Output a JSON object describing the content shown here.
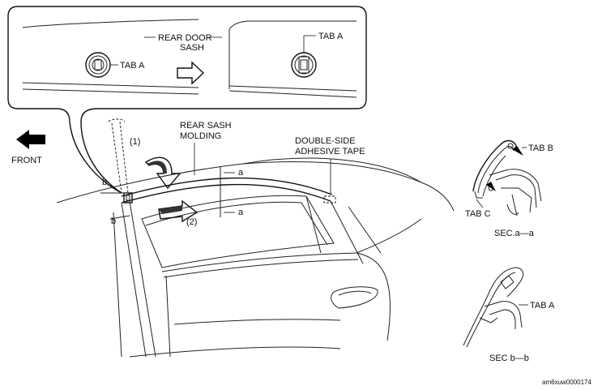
{
  "labels": {
    "rear_door_sash_line1": "REAR DOOR",
    "rear_door_sash_line2": "SASH",
    "tab_a_left": "TAB A",
    "tab_a_right": "TAB A",
    "front": "FRONT",
    "step_1": "(1)",
    "step_2": "(2)",
    "rear_sash_molding_line1": "REAR SASH",
    "rear_sash_molding_line2": "MOLDING",
    "double_side_line1": "DOUBLE-SIDE",
    "double_side_line2": "ADHESIVE TAPE",
    "section_a_top": "a",
    "section_a_bottom": "a",
    "section_b_top": "b",
    "section_b_bottom": "b",
    "tab_b": "TAB B",
    "tab_c": "TAB C",
    "sec_a_title": "SEC.a—a",
    "tab_a_sec_b": "TAB A",
    "sec_b_title": "SEC b—b",
    "figure_code": "am6xuw0000174"
  },
  "icons": {
    "front_arrow": "arrow-left-icon",
    "transition_arrow": "hollow-arrow-right-icon"
  },
  "colors": {
    "line": "#111111",
    "background": "#ffffff"
  }
}
